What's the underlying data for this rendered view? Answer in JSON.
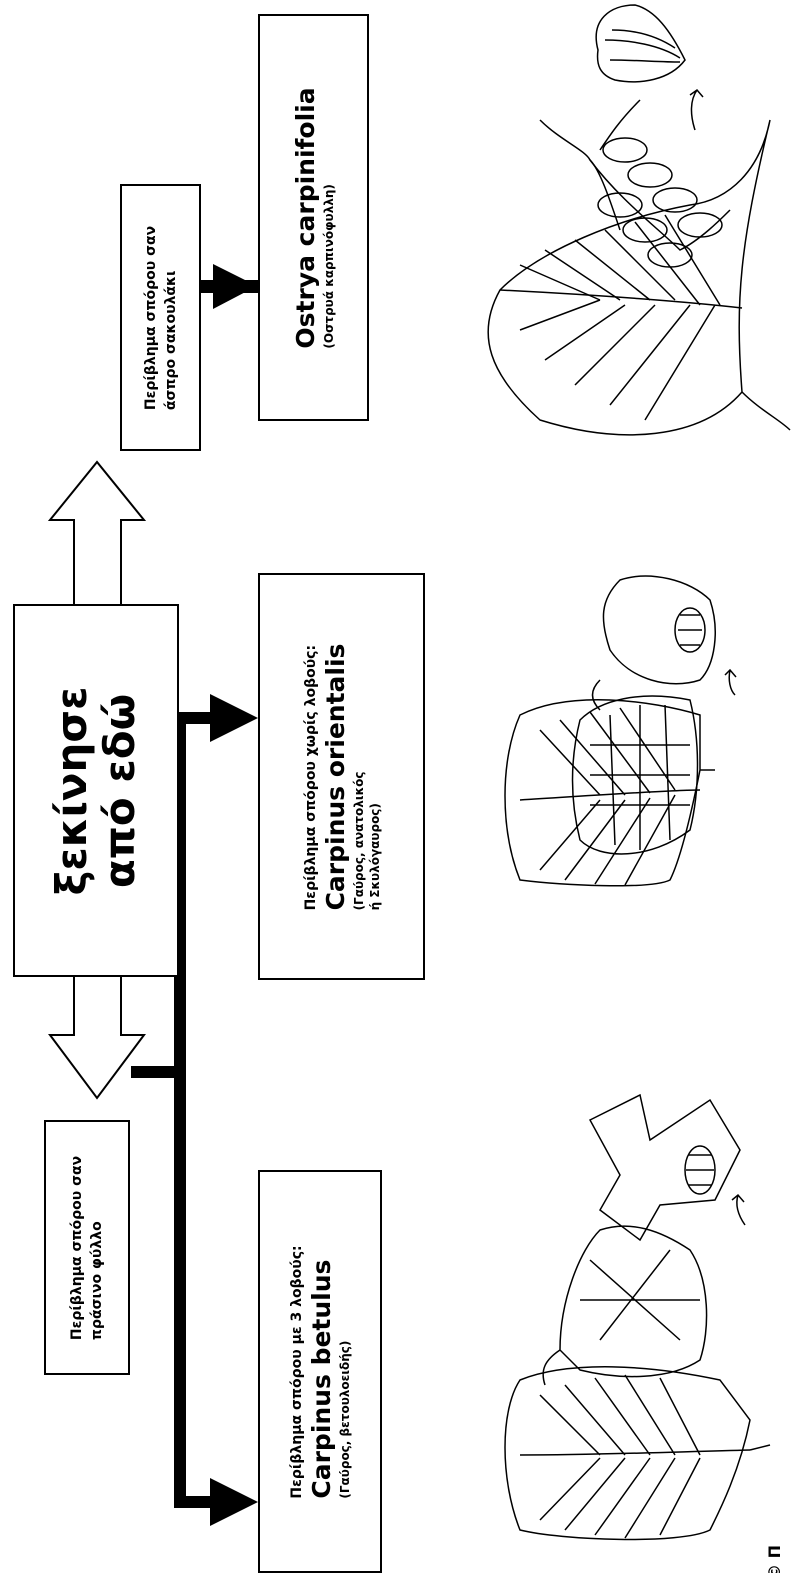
{
  "start": {
    "line1": "ξεκίνησε",
    "line2": "από εδώ"
  },
  "ostrya_condition": {
    "line1": "Περίβλημα σπόρου σαν",
    "line2": "άσπρο σακουλάκι"
  },
  "green_condition": {
    "line1": "Περίβλημα σπόρου σαν",
    "line2": "πράσινο φύλλο"
  },
  "ostrya": {
    "scientific": "Ostrya carpinifolia",
    "common": "(Οστρυά καρπινόφυλλη)"
  },
  "orientalis": {
    "line1": "Περίβλημα σπόρου χωρίς λοβούς:",
    "scientific": "Carpinus orientalis",
    "common1": "(Γαύρος, ανατολικός",
    "common2": "ή Σκυλόγαυρος)"
  },
  "betulus": {
    "line1": "Περίβλημα σπόρου με 3 λοβούς:",
    "scientific": "Carpinus betulus",
    "common": "(Γαύρος, βετουλοειδής)"
  },
  "copyright": "© Πα"
}
